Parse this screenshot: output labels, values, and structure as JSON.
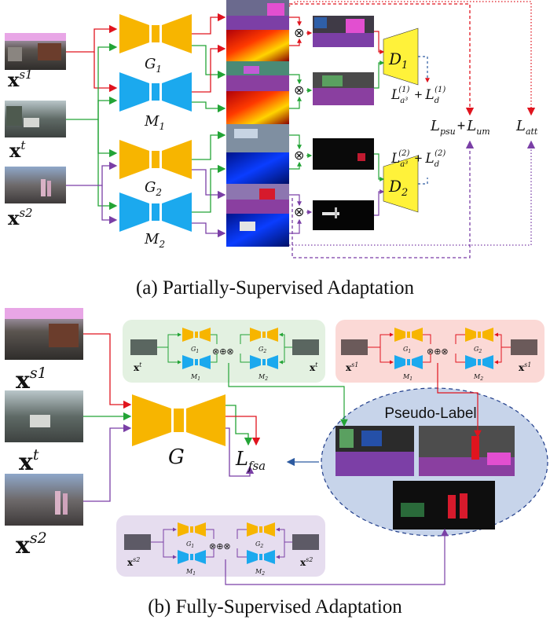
{
  "panel_a": {
    "caption": "(a) Partially-Supervised Adaptation",
    "inputs": [
      {
        "symbol": "x",
        "sup": "s1"
      },
      {
        "symbol": "x",
        "sup": "t"
      },
      {
        "symbol": "x",
        "sup": "s2"
      }
    ],
    "generators": [
      {
        "name": "G",
        "sub": "1"
      },
      {
        "name": "M",
        "sub": "1"
      },
      {
        "name": "G",
        "sub": "2"
      },
      {
        "name": "M",
        "sub": "2"
      }
    ],
    "discriminators": [
      {
        "name": "D",
        "sub": "1"
      },
      {
        "name": "D",
        "sub": "2"
      }
    ],
    "losses": {
      "adv1": {
        "a": "L",
        "a_sub": "a³",
        "a_sup": "(1)",
        "plus": "+",
        "d": "L",
        "d_sub": "d",
        "d_sup": "(1)"
      },
      "adv2": {
        "a": "L",
        "a_sub": "a³",
        "a_sup": "(2)",
        "plus": "+",
        "d": "L",
        "d_sub": "d",
        "d_sup": "(2)"
      },
      "psu": {
        "L": "L",
        "sub": "psu"
      },
      "plus": "+",
      "um": {
        "L": "L",
        "sub": "um"
      },
      "att": {
        "L": "L",
        "sub": "att"
      }
    },
    "otimes": "⊗"
  },
  "panel_b": {
    "caption": "(b) Fully-Supervised Adaptation",
    "inputs": [
      {
        "symbol": "x",
        "sup": "s1"
      },
      {
        "symbol": "x",
        "sup": "t"
      },
      {
        "symbol": "x",
        "sup": "s2"
      }
    ],
    "generator": {
      "name": "G"
    },
    "loss": {
      "L": "L",
      "sub": "fsa"
    },
    "pseudo_label": "Pseudo-Label",
    "mini_boxes": [
      {
        "input": "x",
        "sup": "t",
        "g1": "G",
        "g1_sub": "1",
        "m1": "M",
        "m1_sub": "1",
        "g2": "G",
        "g2_sub": "2",
        "m2": "M",
        "m2_sub": "2",
        "ops": "⊗⊕⊗"
      },
      {
        "input": "x",
        "sup": "s1",
        "g1": "G",
        "g1_sub": "1",
        "m1": "M",
        "m1_sub": "1",
        "g2": "G",
        "g2_sub": "2",
        "m2": "M",
        "m2_sub": "2",
        "ops": "⊗⊕⊗"
      },
      {
        "input": "x",
        "sup": "s2",
        "g1": "G",
        "g1_sub": "1",
        "m1": "M",
        "m1_sub": "1",
        "g2": "G",
        "g2_sub": "2",
        "m2": "M",
        "m2_sub": "2",
        "ops": "⊗⊕⊗"
      }
    ]
  },
  "colors": {
    "generator": "#F7B500",
    "mask_net": "#1BA9EE",
    "discriminator": "#FFF23A",
    "red_arrow": "#E0141E",
    "green_arrow": "#23A436",
    "purple_arrow": "#7A3FA6",
    "green_box": "#E3F1E1",
    "red_box": "#FBD9D6",
    "purple_box": "#E6DDEF",
    "ellipse": "#C7D4EA",
    "ellipse_border": "#1F3C8A"
  }
}
